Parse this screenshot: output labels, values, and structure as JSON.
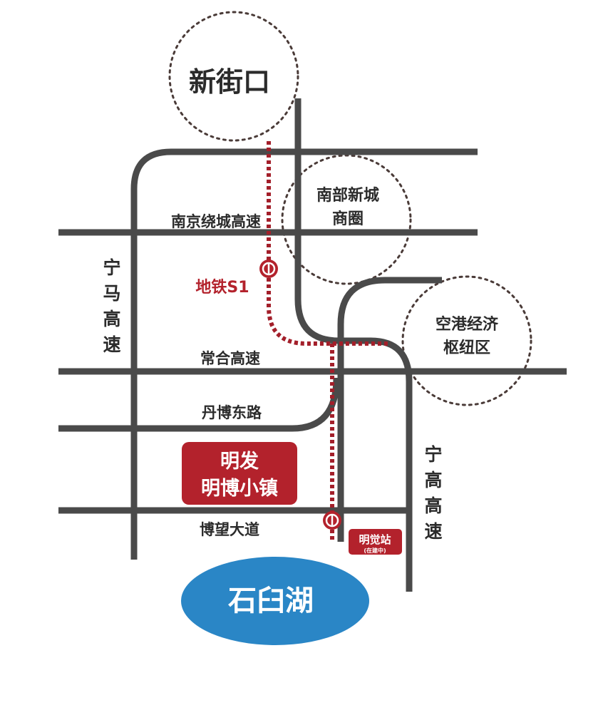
{
  "districts": {
    "xinjiekou": "新街口",
    "south_new_city_line1": "南部新城",
    "south_new_city_line2": "商圈",
    "airport_zone_line1": "空港经济",
    "airport_zone_line2": "枢纽区"
  },
  "roads": {
    "ring_expressway": "南京绕城高速",
    "ningma_expressway": [
      "宁",
      "马",
      "高",
      "速"
    ],
    "changhe_expressway": "常合高速",
    "danbo_east_road": "丹博东路",
    "bowang_avenue": "博望大道",
    "ninggao_expressway": [
      "宁",
      "高",
      "高",
      "速"
    ]
  },
  "metro": {
    "line_label": "地铁S1",
    "station_name": "明觉站",
    "station_note": "(在建中)"
  },
  "project": {
    "name_line1": "明发",
    "name_line2": "明博小镇"
  },
  "lake": {
    "name": "石臼湖"
  },
  "colors": {
    "road": "#4a4a4a",
    "metro": "#a31f2a",
    "project_box": "#b3222c",
    "lake": "#2a86c6"
  }
}
